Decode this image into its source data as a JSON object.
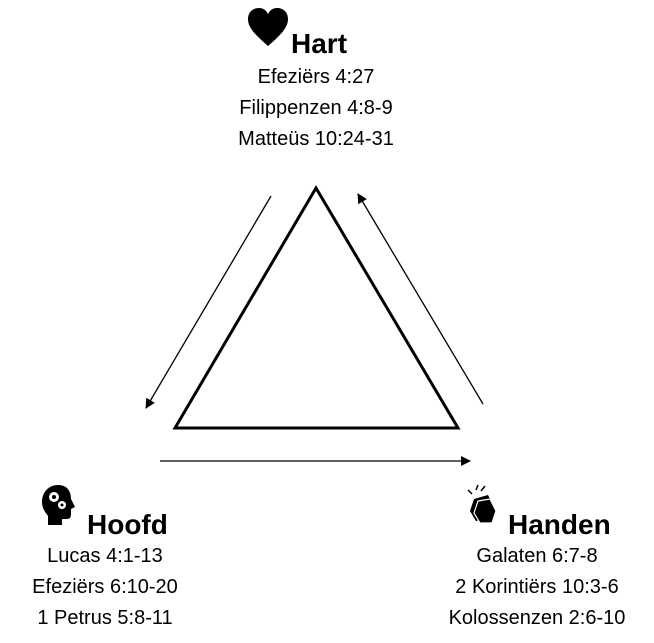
{
  "nodes": {
    "top": {
      "icon": "heart-icon",
      "title": "Hart",
      "refs": [
        "Efeziërs 4:27",
        "Filippenzen 4:8-9",
        "Matteüs 10:24-31"
      ]
    },
    "left": {
      "icon": "head-gears-icon",
      "title": "Hoofd",
      "refs": [
        "Lucas 4:1-13",
        "Efeziërs 6:10-20",
        "1 Petrus 5:8-11"
      ]
    },
    "right": {
      "icon": "clapping-hands-icon",
      "title": "Handen",
      "refs": [
        "Galaten 6:7-8",
        "2 Korintiërs 10:3-6",
        "Kolossenzen 2:6-10"
      ]
    }
  },
  "edges": [
    {
      "from": "top",
      "to": "left"
    },
    {
      "from": "left",
      "to": "right"
    },
    {
      "from": "right",
      "to": "top"
    }
  ],
  "colors": {
    "stroke": "#000000",
    "text": "#000000",
    "background": "#ffffff"
  }
}
